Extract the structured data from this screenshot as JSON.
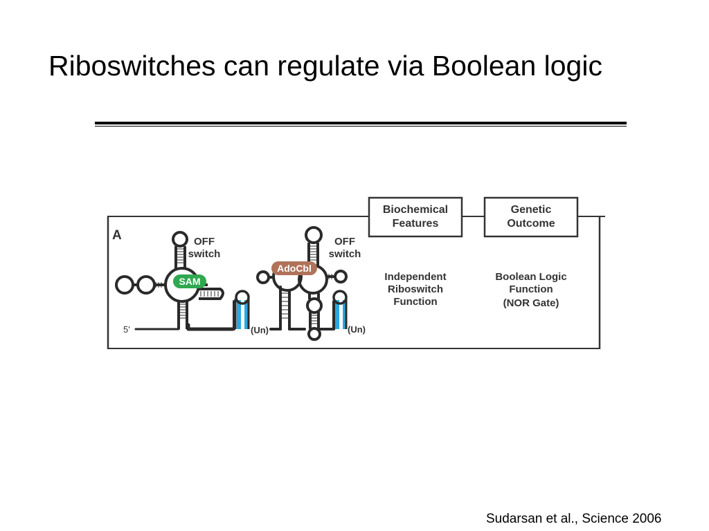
{
  "slide": {
    "title": "Riboswitches can regulate via Boolean logic",
    "citation": "Sudarsan et al., Science 2006"
  },
  "figure": {
    "panel_label": "A",
    "header_boxes": [
      {
        "line1": "Biochemical",
        "line2": "Features"
      },
      {
        "line1": "Genetic",
        "line2": "Outcome"
      }
    ],
    "switch1": {
      "label_line1": "OFF",
      "label_line2": "switch",
      "ligand": "SAM",
      "ligand_color": "#2fa84f",
      "terminator": "(Un)"
    },
    "switch2": {
      "label_line1": "OFF",
      "label_line2": "switch",
      "ligand": "AdoCbl",
      "ligand_color": "#b0735a",
      "terminator": "(Un)"
    },
    "five_prime": "5'",
    "terminator_color": "#29a8e0",
    "biochemical_text": [
      "Independent",
      "Riboswitch",
      "Function"
    ],
    "genetic_text": [
      "Boolean Logic",
      "Function",
      "(NOR Gate)"
    ]
  }
}
